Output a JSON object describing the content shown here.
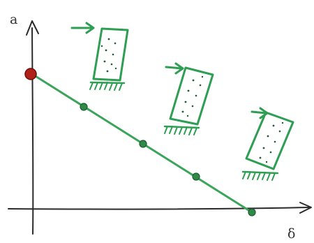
{
  "axes": {
    "vertical_label": "a",
    "horizontal_label": "δ"
  },
  "colors": {
    "axis": "#2a2a2a",
    "line": "#3aa55a",
    "specimen": "#2e9e53",
    "point_fill": "#2f8a47",
    "start_point": "#b0211a",
    "dots": "#1f5b34"
  },
  "elements": {
    "line_points": 5,
    "specimens": 3
  }
}
